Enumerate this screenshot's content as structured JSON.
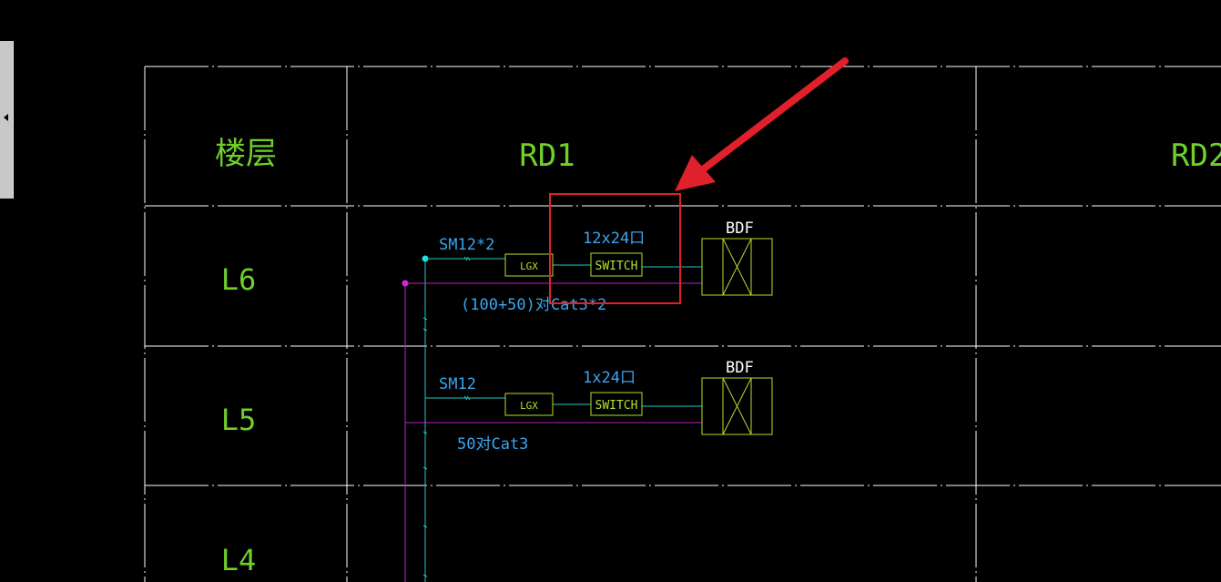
{
  "ui": {
    "side_panel_toggle": "collapse-left"
  },
  "colors": {
    "background": "#000000",
    "grid": "#ffffff",
    "header_text": "#6fd02a",
    "floor_text": "#6fd02a",
    "box_stroke": "#b6e02c",
    "cyan_line": "#21c8c8",
    "magenta_line": "#c020c0",
    "label_blue": "#3aa6f0",
    "annotation_red": "#e0202a",
    "bdf_text": "#ffffff"
  },
  "table": {
    "header_floor": "楼层",
    "header_col1": "RD1",
    "header_col2": "RD2"
  },
  "floors": {
    "l6": {
      "name": "L6",
      "fiber": "SM12*2",
      "lgx": "LGX",
      "ports": "12x24口",
      "switch": "SWITCH",
      "bdf": "BDF",
      "copper": "(100+50)对Cat3*2"
    },
    "l5": {
      "name": "L5",
      "fiber": "SM12",
      "lgx": "LGX",
      "ports": "1x24口",
      "switch": "SWITCH",
      "bdf": "BDF",
      "copper": "50对Cat3"
    },
    "l4": {
      "name": "L4"
    }
  }
}
